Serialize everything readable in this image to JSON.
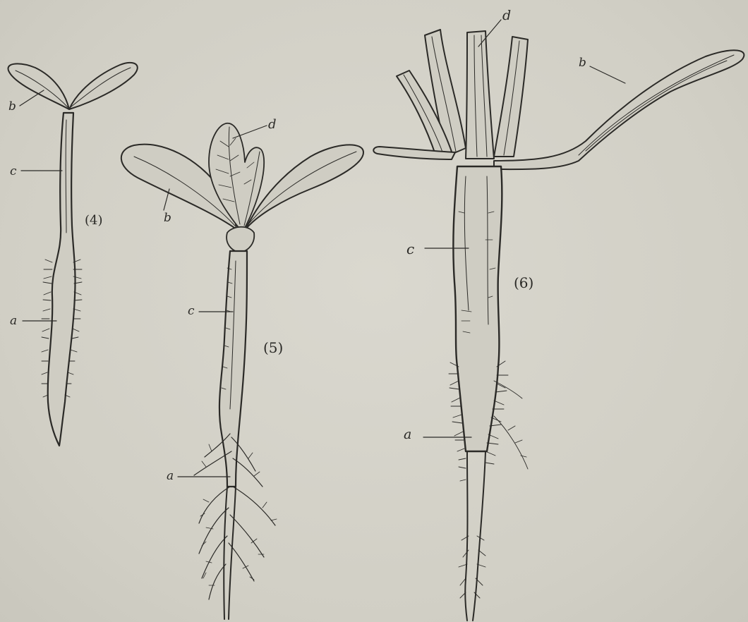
{
  "figure": {
    "seedling_4": {
      "number": "(4)",
      "labels": {
        "a": "a",
        "b": "b",
        "c": "c"
      }
    },
    "seedling_5": {
      "number": "(5)",
      "labels": {
        "a": "a",
        "b": "b",
        "c": "c",
        "d": "d"
      }
    },
    "seedling_6": {
      "number": "(6)",
      "labels": {
        "a": "a",
        "b": "b",
        "c": "c",
        "d": "d"
      }
    }
  }
}
